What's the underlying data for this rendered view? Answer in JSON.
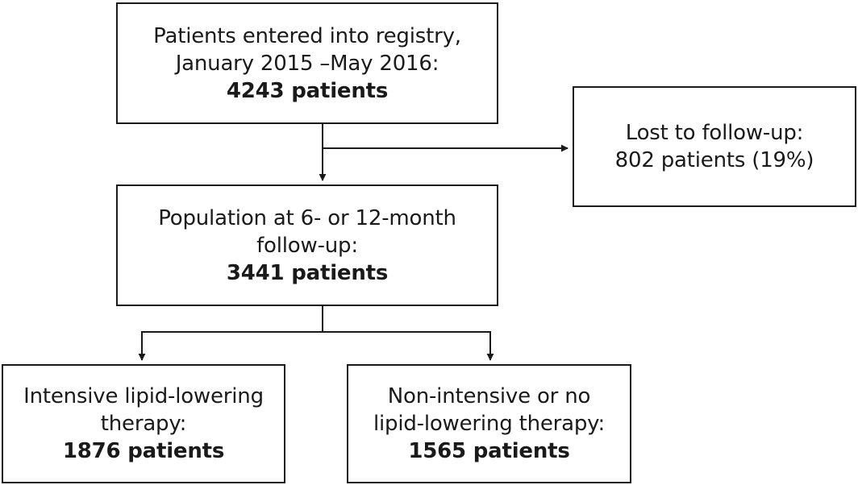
{
  "flowchart": {
    "registry": {
      "line1": "Patients entered into registry,",
      "line2": "January 2015 –May 2016:",
      "count": "4243 patients"
    },
    "lost": {
      "line1": "Lost to follow-up:",
      "line2": "802 patients (19%)"
    },
    "followup": {
      "line1": "Population at 6- or 12-month",
      "line2": "follow-up:",
      "count": "3441 patients"
    },
    "intensive": {
      "line1": "Intensive lipid-lowering",
      "line2": "therapy:",
      "count": "1876 patients"
    },
    "nonintensive": {
      "line1": "Non-intensive or no",
      "line2": "lipid-lowering therapy:",
      "count": "1565 patients"
    }
  },
  "colors": {
    "stroke": "#1a1a1a",
    "background": "#ffffff"
  }
}
